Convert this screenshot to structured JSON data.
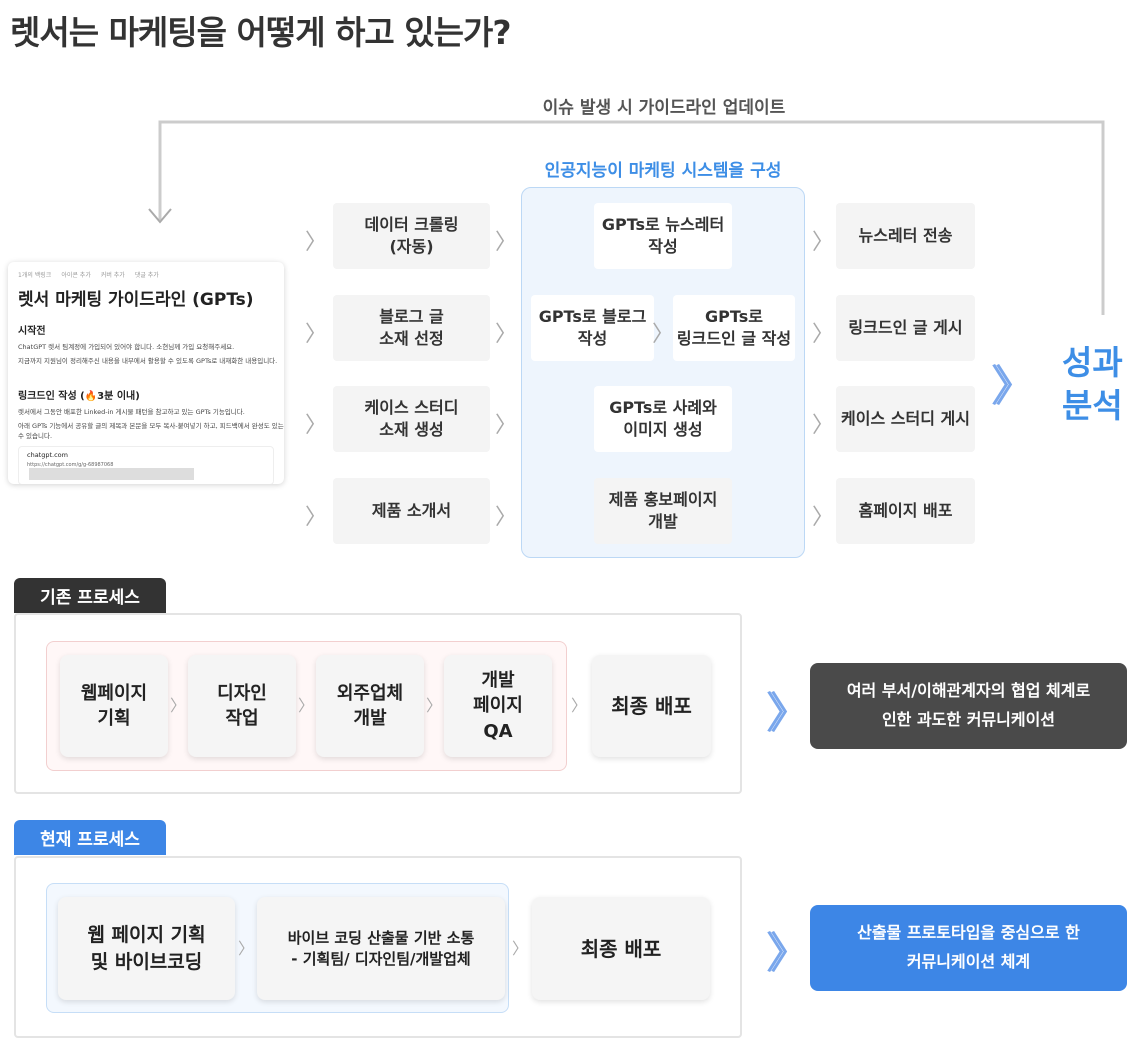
{
  "title": "렛서는 마케팅을 어떻게 하고 있는가?",
  "feedback_label": "이슈 발생 시 가이드라인 업데이트",
  "ai_label": "인공지능이 마케팅 시스템을 구성",
  "inputs": [
    "데이터 크롤링\n(자동)",
    "블로그 글\n소재 선정",
    "케이스 스터디\n소재 생성",
    "제품 소개서"
  ],
  "ai_steps": {
    "newsletter": "GPTs로 뉴스레터\n작성",
    "blog": "GPTs로 블로그\n작성",
    "linkedin": "GPTs로\n링크드인 글 작성",
    "case": "GPTs로 사례와\n이미지 생성",
    "product": "제품 홍보페이지\n개발"
  },
  "outputs": [
    "뉴스레터 전송",
    "링크드인 글 게시",
    "케이스 스터디 게시",
    "홈페이지 배포"
  ],
  "result": "성과\n분석",
  "doc": {
    "meta": [
      "1개의 백링크",
      "아이콘 추가",
      "커버 추가",
      "댓글 추가"
    ],
    "title": "렛서 마케팅 가이드라인 (GPTs)",
    "section1": "시작전",
    "s1_lines": [
      "ChatGPT 렛서 팀계정에 가입되어 있어야 합니다. 소현님께 가입 요청해주세요.",
      "지금까지 지원님이 정리해주신 내용을 내부에서 활용할 수 있도록 GPTs로 내재화한 내용입니다."
    ],
    "section2": "링크드인 작성 (🔥3분 이내)",
    "s2_lines": [
      "렛서에서 그동안 배포한 Linked-in 게시물 패턴을 참고하고 있는 GPTs 기능입니다.",
      "아래 GPTs 기능에서 공유할 글의 제목과 본문을 모두 복사-붙여넣기 하고, 피드백에서 완성도 있는",
      "수 있습니다."
    ],
    "link_title": "chatgpt.com",
    "link_url": "https://chatgpt.com/g/g-68987068"
  },
  "old": {
    "tab": "기존 프로세스",
    "steps": [
      "웹페이지\n기획",
      "디자인\n작업",
      "외주업체\n개발",
      "개발\n페이지\nQA"
    ],
    "final": "최종 배포",
    "note": "여러 부서/이해관계자의 협업 체계로\n인한 과도한 커뮤니케이션",
    "color": "#4a4a4a"
  },
  "new": {
    "tab": "현재 프로세스",
    "steps": [
      "웹 페이지 기획\n및 바이브코딩",
      "바이브 코딩 산출물 기반 소통\n- 기획팀/ 디자인팀/개발업체"
    ],
    "final": "최종 배포",
    "note": "산출물 프로토타입을 중심으로 한\n커뮤니케이션 체계",
    "color": "#3d86e6"
  },
  "colors": {
    "accent": "#3d8ee6",
    "dark": "#333333"
  }
}
